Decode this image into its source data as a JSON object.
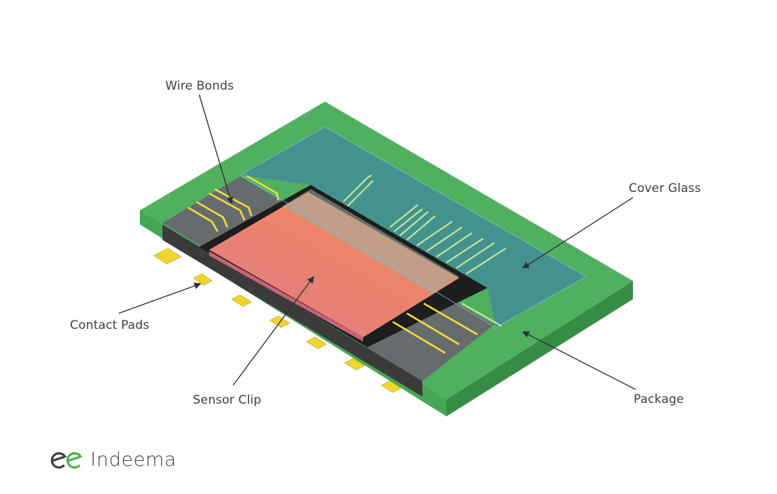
{
  "diagram": {
    "subject": "Image sensor package (isometric cutaway)",
    "labels": {
      "wire_bonds": "Wire Bonds",
      "cover_glass": "Cover Glass",
      "contact_pads": "Contact Pads",
      "sensor_clip": "Sensor Clip",
      "package": "Package"
    },
    "components": [
      "package",
      "cover-glass",
      "sensor-clip",
      "wire-bonds",
      "contact-pads",
      "substrate"
    ],
    "colors": {
      "package_top": "#4faf5f",
      "package_side": "#388f46",
      "cover_glass": "#5e9db0",
      "sensor_clip_start": "#e07a86",
      "sensor_clip_end": "#f08a55",
      "wire_bonds": "#f3dc3c",
      "wire_bonds_under_glass": "#c7e59a",
      "substrate_top": "#646a6c",
      "substrate_side": "#3d3d3d",
      "contact_pads": "#f0d52f",
      "label_text": "#3a3f44",
      "leader_line": "#2e3236"
    }
  },
  "brand": {
    "name": "Indeema",
    "logo_icon": "ee-logo-icon",
    "colors": {
      "dark": "#3b3f44",
      "green": "#4caf50"
    }
  }
}
